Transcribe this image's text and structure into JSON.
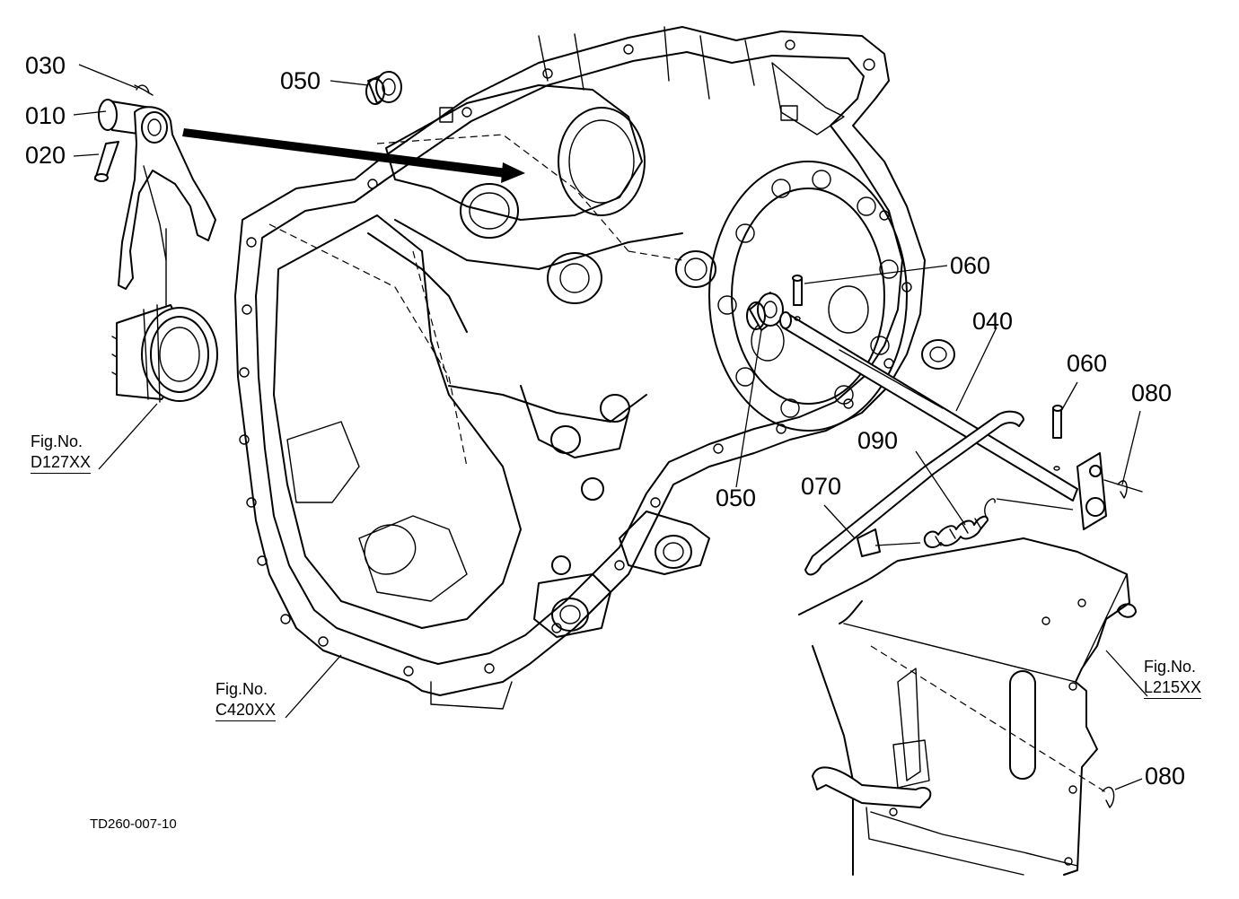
{
  "part_labels": {
    "p030": "030",
    "p010": "010",
    "p020": "020",
    "p050a": "050",
    "p050b": "050",
    "p060a": "060",
    "p060b": "060",
    "p040": "040",
    "p080a": "080",
    "p080b": "080",
    "p090": "090",
    "p070": "070"
  },
  "figure_refs": {
    "d127": {
      "prefix": "Fig.No.",
      "code": "D127XX"
    },
    "c420": {
      "prefix": "Fig.No.",
      "code": "C420XX"
    },
    "l215": {
      "prefix": "Fig.No.",
      "code": "L215XX"
    }
  },
  "drawing_code": "TD260-007-10"
}
